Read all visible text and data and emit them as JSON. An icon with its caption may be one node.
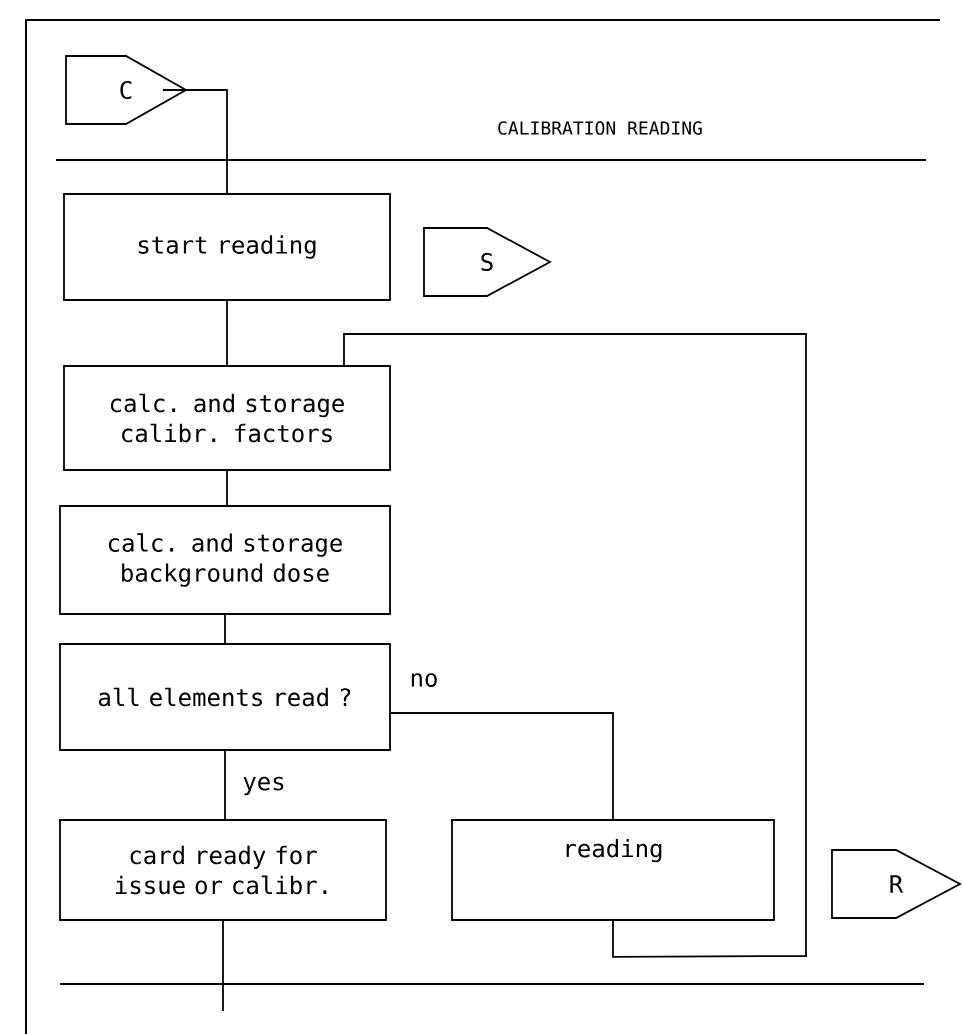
{
  "diagram": {
    "title": "CALIBRATION READING",
    "nodes": [
      {
        "text": [
          "C"
        ]
      },
      {
        "text": [
          "start reading"
        ]
      },
      {
        "text": [
          "S"
        ]
      },
      {
        "text": [
          "calc. and storage calibr. factors"
        ]
      },
      {
        "text": [
          "calc. and storage background dose"
        ]
      },
      {
        "text": [
          "all elements read ?"
        ]
      },
      {
        "text": [
          "card ready for issue or calibr."
        ]
      },
      {
        "text": [
          "reading"
        ]
      },
      {
        "text": [
          "R"
        ]
      }
    ],
    "edges": [
      {
        "from": 0,
        "to": 1,
        "arrow": "none"
      },
      {
        "from": 1,
        "to": 3,
        "arrow": "none"
      },
      {
        "from": 3,
        "to": 4,
        "arrow": "none"
      },
      {
        "from": 4,
        "to": 5,
        "arrow": "none"
      },
      {
        "from": 5,
        "to": 6,
        "arrow": "none",
        "label": "yes"
      },
      {
        "from": 5,
        "to": 7,
        "arrow": "none",
        "label": "no"
      },
      {
        "from": 7,
        "to": 3,
        "arrow": "none"
      },
      {
        "from": 6,
        "to": null,
        "arrow": "none"
      }
    ]
  }
}
